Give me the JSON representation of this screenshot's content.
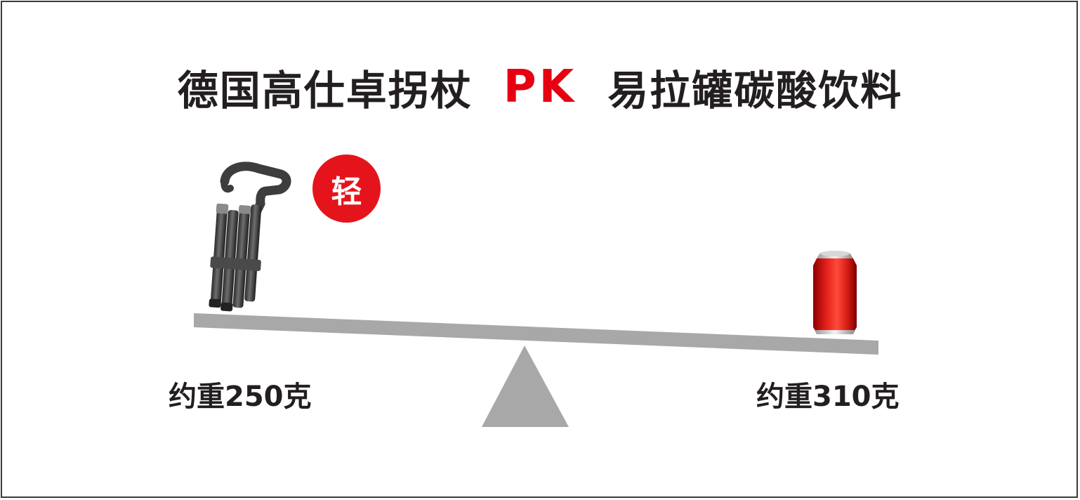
{
  "title": {
    "left_product": "德国高仕卓拐杖",
    "versus": "PK",
    "right_product": "易拉罐碳酸饮料"
  },
  "badge": {
    "label": "轻"
  },
  "weights": {
    "left": "约重250克",
    "right": "约重310克"
  },
  "colors": {
    "accent_red": "#e60012",
    "beam_gray": "#a8a8a8",
    "text_dark": "#231f20"
  }
}
